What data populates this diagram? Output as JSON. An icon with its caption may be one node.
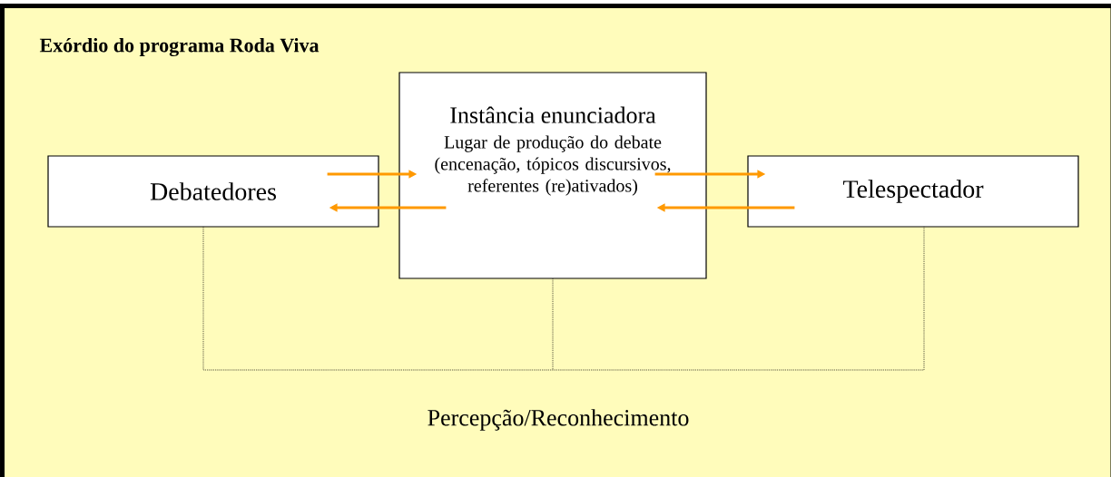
{
  "diagram": {
    "title": "Exórdio do programa Roda Viva",
    "nodes": [
      {
        "text": [
          "Debatedores"
        ]
      },
      {
        "text": [
          "Instância enunciadora",
          "Lugar de produção do debate (encenação, tópicos discursivos, referentes (re)ativados)"
        ]
      },
      {
        "text": [
          "Telespectador"
        ]
      }
    ],
    "edges": [
      {
        "from": 0,
        "to": 1,
        "arrow": "to",
        "color": "#ff9900"
      },
      {
        "from": 1,
        "to": 0,
        "arrow": "to",
        "color": "#ff9900"
      },
      {
        "from": 1,
        "to": 2,
        "arrow": "to",
        "color": "#ff9900"
      },
      {
        "from": 2,
        "to": 1,
        "arrow": "to",
        "color": "#ff9900"
      }
    ],
    "labels": [
      "Percepção/Reconhecimento"
    ]
  }
}
